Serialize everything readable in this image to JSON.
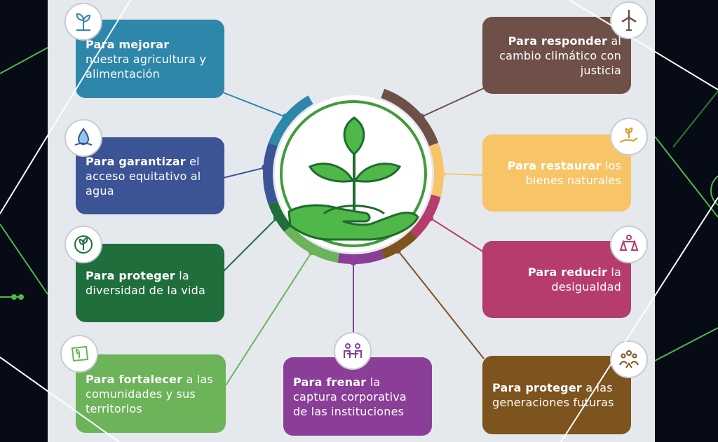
{
  "cards": [
    {
      "id": "agricultura",
      "bold": "Para mejorar",
      "rest": " nuestra agricultura y alimentación",
      "color": "#2e86ab",
      "icon": "sprout-icon"
    },
    {
      "id": "agua",
      "bold": "Para garantizar",
      "rest": " el acceso equitativo al agua",
      "color": "#3c5496",
      "icon": "water-drop-icon"
    },
    {
      "id": "diversidad",
      "bold": "Para proteger",
      "rest": " la diversidad de la vida",
      "color": "#1f6e3c",
      "icon": "biodiversity-icon"
    },
    {
      "id": "comunidades",
      "bold": "Para fortalecer",
      "rest": " a las comunidades y sus territorios",
      "color": "#6cb35a",
      "icon": "territory-icon"
    },
    {
      "id": "corporativa",
      "bold": "Para frenar",
      "rest": " la captura corporativa de las instituciones",
      "color": "#8a3e97",
      "icon": "meeting-icon"
    },
    {
      "id": "clima",
      "bold": "Para responder",
      "rest": " al cambio climático con justicia",
      "color": "#6e5048",
      "icon": "wind-turbine-icon"
    },
    {
      "id": "bienes",
      "bold": "Para restaurar",
      "rest": " los bienes naturales",
      "color": "#f7c568",
      "icon": "hand-plant-icon"
    },
    {
      "id": "desigualdad",
      "bold": "Para reducir",
      "rest": " la desigualdad",
      "color": "#b73c6e",
      "icon": "balance-icon"
    },
    {
      "id": "generaciones",
      "bold": "Para proteger",
      "rest": " a las generaciones futuras",
      "color": "#7d531e",
      "icon": "family-icon"
    }
  ],
  "center": {
    "icon": "hand-sprout-logo-icon",
    "ring_color": "#3f9d3d"
  }
}
